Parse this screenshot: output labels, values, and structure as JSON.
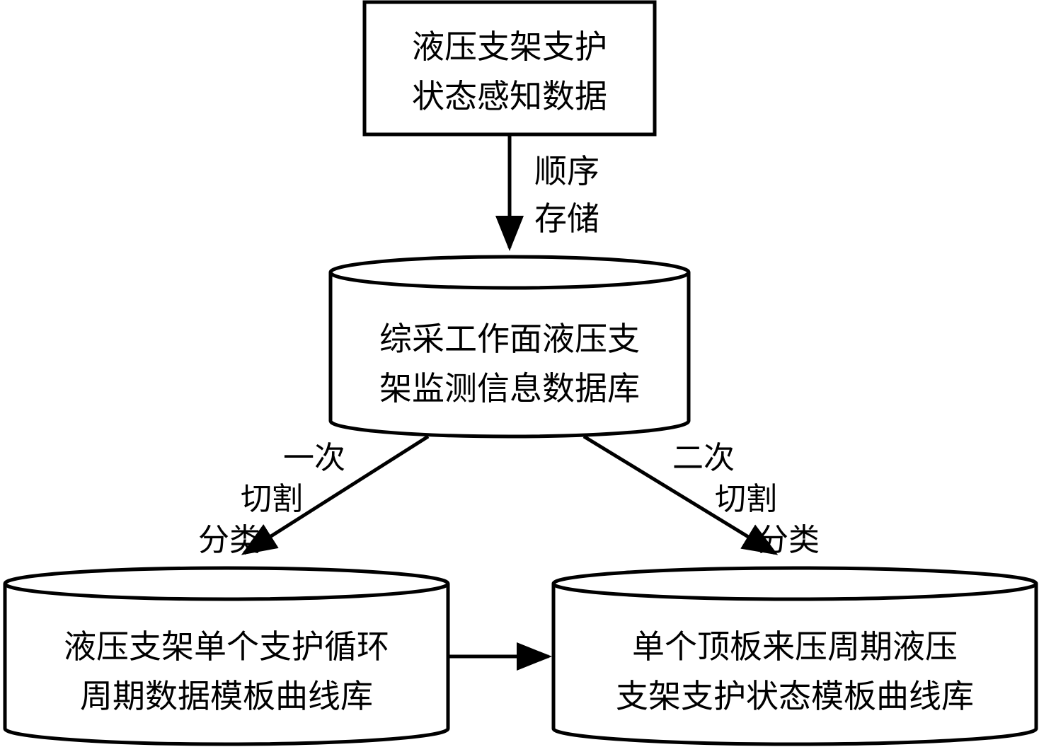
{
  "nodes": {
    "source": {
      "lines": [
        "液压支架支护",
        "状态感知数据"
      ]
    },
    "database": {
      "lines": [
        "综采工作面液压支",
        "架监测信息数据库"
      ]
    },
    "cycle_library": {
      "lines": [
        "液压支架单个支护循环",
        "周期数据模板曲线库"
      ]
    },
    "state_library": {
      "lines": [
        "单个顶板来压周期液压",
        "支架支护状态模板曲线库"
      ]
    }
  },
  "edges": {
    "store": {
      "lines": [
        "顺序",
        "存储"
      ]
    },
    "first_cut": {
      "lines": [
        "一次",
        "切割",
        "分类"
      ]
    },
    "second_cut": {
      "lines": [
        "二次",
        "切割",
        "分类"
      ]
    }
  }
}
